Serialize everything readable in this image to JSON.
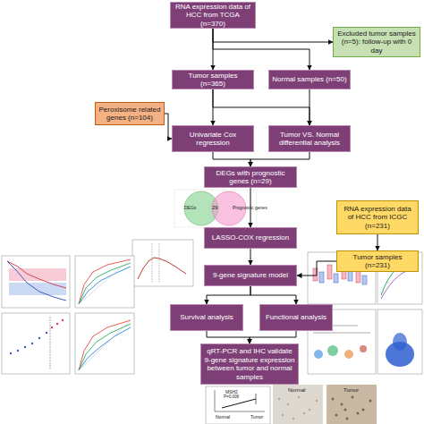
{
  "diagram": {
    "nodes": [
      {
        "text": [
          "RNA expression data of HCC from TCGA (n=370)"
        ]
      },
      {
        "text": [
          "Excluded tumor samples (n=5): follow-up with 0 day"
        ]
      },
      {
        "text": [
          "Tumor samples (n=365)"
        ]
      },
      {
        "text": [
          "Normal samples (n=50)"
        ]
      },
      {
        "text": [
          "Peroxisome related genes (n=104)"
        ]
      },
      {
        "text": [
          "Univariate Cox regression"
        ]
      },
      {
        "text": [
          "Tumor VS. Normal differential analysis"
        ]
      },
      {
        "text": [
          "DEGs with prognostic genes (n=29)"
        ]
      },
      {
        "text": [
          "LASSO-COX regression"
        ]
      },
      {
        "text": [
          "RNA expression data of HCC from ICGC (n=231)"
        ]
      },
      {
        "text": [
          "9-gene signature model"
        ]
      },
      {
        "text": [
          "Tumor samples (n=231)"
        ]
      },
      {
        "text": [
          "Survival analysis"
        ]
      },
      {
        "text": [
          "Functional analysis"
        ]
      },
      {
        "text": [
          "qRT-PCR and IHC validate 9-gene signature expression between tumor and normal samples"
        ]
      }
    ],
    "edges": [
      {
        "from": 0,
        "to": 1,
        "arrow": "to"
      },
      {
        "from": 0,
        "to": 2,
        "arrow": "to"
      },
      {
        "from": 0,
        "to": 3,
        "arrow": "to"
      },
      {
        "from": 2,
        "to": 5,
        "arrow": "to"
      },
      {
        "from": 2,
        "to": 6,
        "arrow": "to"
      },
      {
        "from": 3,
        "to": 6,
        "arrow": "to"
      },
      {
        "from": 4,
        "to": 5,
        "arrow": "to"
      },
      {
        "from": 5,
        "to": 7,
        "arrow": "to"
      },
      {
        "from": 6,
        "to": 7,
        "arrow": "to"
      },
      {
        "from": 7,
        "to": 8,
        "arrow": "to"
      },
      {
        "from": 8,
        "to": 10,
        "arrow": "to"
      },
      {
        "from": 9,
        "to": 11,
        "arrow": "to"
      },
      {
        "from": 11,
        "to": 10,
        "arrow": "to"
      },
      {
        "from": 10,
        "to": 12,
        "arrow": "to"
      },
      {
        "from": 10,
        "to": 13,
        "arrow": "to"
      },
      {
        "from": 12,
        "to": 14,
        "arrow": "to"
      },
      {
        "from": 13,
        "to": 14,
        "arrow": "to"
      }
    ],
    "labels": [
      "DEGs",
      "Prognostic genes",
      "29",
      "MSH2",
      "P=0.008",
      "Normal",
      "Tumor",
      "Normal",
      "Tumor"
    ]
  }
}
